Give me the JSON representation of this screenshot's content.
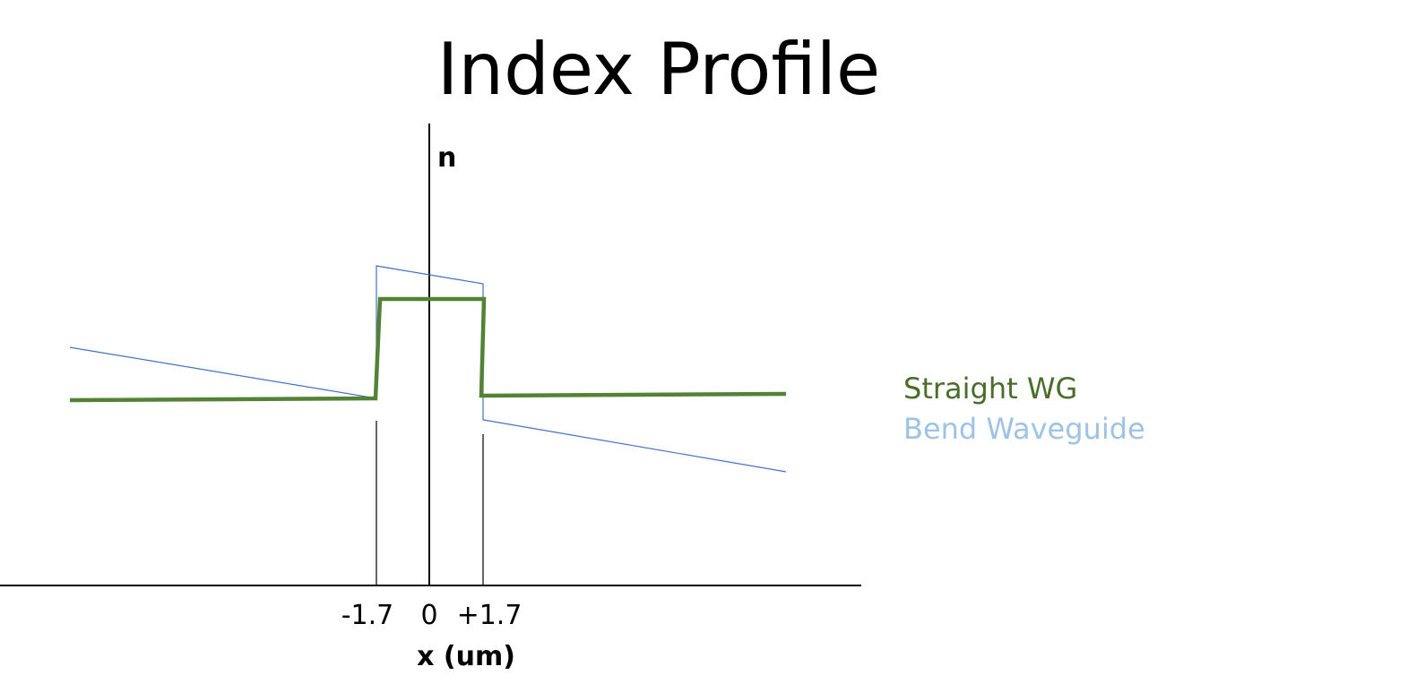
{
  "title": "Index Profile",
  "y_axis_label": "n",
  "x_axis_label": "x (um)",
  "x_ticks": [
    "-1.7",
    "0",
    "+1.7"
  ],
  "legend": [
    {
      "label": "Straight WG",
      "color": "#4a6e2a"
    },
    {
      "label": "Bend Waveguide",
      "color": "#9dc3e6"
    }
  ],
  "colors": {
    "straight": "#548235",
    "bend": "#4472c4",
    "axis": "#000000"
  }
}
